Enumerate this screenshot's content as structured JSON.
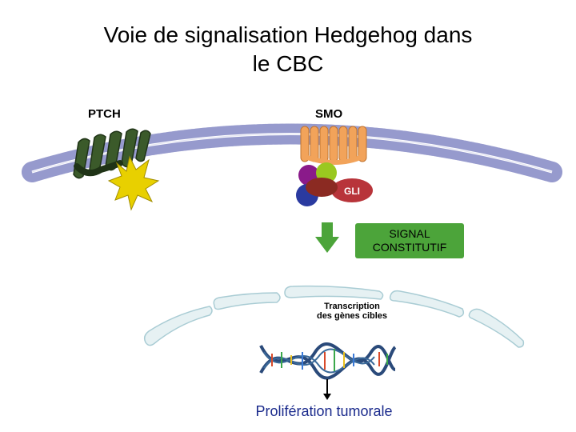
{
  "slide": {
    "title_line1": "Voie de signalisation Hedgehog dans",
    "title_line2": "le CBC",
    "ptch_label": "PTCH",
    "smo_label": "SMO",
    "gli_label": "GLI",
    "signal_line1": "SIGNAL",
    "signal_line2": "CONSTITUTIF",
    "transcription_line1": "Transcription",
    "transcription_line2": "des gènes cibles",
    "outcome_label": "Prolifération tumorale"
  },
  "colors": {
    "membrane": "#a9acd6",
    "ptch": "#3b5a2a",
    "star": "#e8d000",
    "smo": "#f2a35a",
    "gli": "#b8343a",
    "arrow": "#4ca43a",
    "nucleus": "#cfe6ea",
    "outcome_text": "#1a2a8c"
  },
  "icons": {
    "ptch": "ptch-receptor-icon",
    "smo": "smo-receptor-icon",
    "mutation": "mutation-star-icon",
    "dna": "dna-helix-icon",
    "arrow": "down-arrow-icon"
  }
}
